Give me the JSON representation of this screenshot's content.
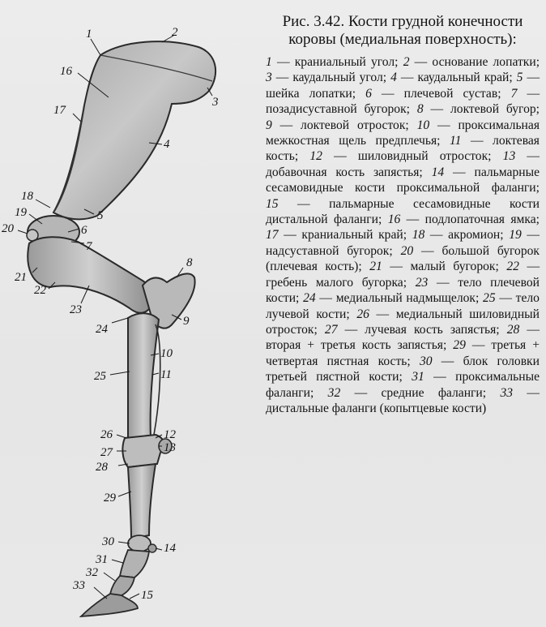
{
  "caption": {
    "title": "Рис. 3.42. Кости грудной конечности коровы (медиальная поверхность):",
    "legend": [
      {
        "n": "1",
        "text": "краниальный угол;"
      },
      {
        "n": "2",
        "text": "основание лопатки;"
      },
      {
        "n": "3",
        "text": "каудальный угол;"
      },
      {
        "n": "4",
        "text": "каудальный край;"
      },
      {
        "n": "5",
        "text": "шейка лопатки;"
      },
      {
        "n": "6",
        "text": "плечевой сустав;"
      },
      {
        "n": "7",
        "text": "позадисуставной бугорок;"
      },
      {
        "n": "8",
        "text": "локтевой бугор;"
      },
      {
        "n": "9",
        "text": "локтевой отросток;"
      },
      {
        "n": "10",
        "text": "проксимальная межкостная щель предплечья;"
      },
      {
        "n": "11",
        "text": "локтевая кость;"
      },
      {
        "n": "12",
        "text": "шиловидный отросток;"
      },
      {
        "n": "13",
        "text": "добавочная кость запястья;"
      },
      {
        "n": "14",
        "text": "пальмарные сесамовидные кости проксимальной фаланги;"
      },
      {
        "n": "15",
        "text": "пальмарные сесамовидные кости дистальной фаланги;"
      },
      {
        "n": "16",
        "text": "подлопаточная ямка;"
      },
      {
        "n": "17",
        "text": "краниальный край;"
      },
      {
        "n": "18",
        "text": "акромион;"
      },
      {
        "n": "19",
        "text": "надсуставной бугорок;"
      },
      {
        "n": "20",
        "text": "большой бугорок (плечевая кость);"
      },
      {
        "n": "21",
        "text": "малый бугорок;"
      },
      {
        "n": "22",
        "text": "гребень малого бугорка;"
      },
      {
        "n": "23",
        "text": "тело плечевой кости;"
      },
      {
        "n": "24",
        "text": "медиальный надмыщелок;"
      },
      {
        "n": "25",
        "text": "тело лучевой кости;"
      },
      {
        "n": "26",
        "text": "медиальный шиловидный отросток;"
      },
      {
        "n": "27",
        "text": "лучевая кость запястья;"
      },
      {
        "n": "28",
        "text": "вторая + третья кость запястья;"
      },
      {
        "n": "29",
        "text": "третья + четвертая пястная кость;"
      },
      {
        "n": "30",
        "text": "блок головки третьей пястной кости;"
      },
      {
        "n": "31",
        "text": "проксимальные фаланги;"
      },
      {
        "n": "32",
        "text": "средние фаланги;"
      },
      {
        "n": "33",
        "text": "дистальные фаланги (копытцевые кости)"
      }
    ],
    "dash": "—"
  },
  "figure": {
    "labels": [
      "1",
      "2",
      "3",
      "4",
      "5",
      "6",
      "7",
      "8",
      "9",
      "10",
      "11",
      "12",
      "13",
      "14",
      "15",
      "16",
      "17",
      "18",
      "19",
      "20",
      "21",
      "22",
      "23",
      "24",
      "25",
      "26",
      "27",
      "28",
      "29",
      "30",
      "31",
      "32",
      "33"
    ]
  }
}
